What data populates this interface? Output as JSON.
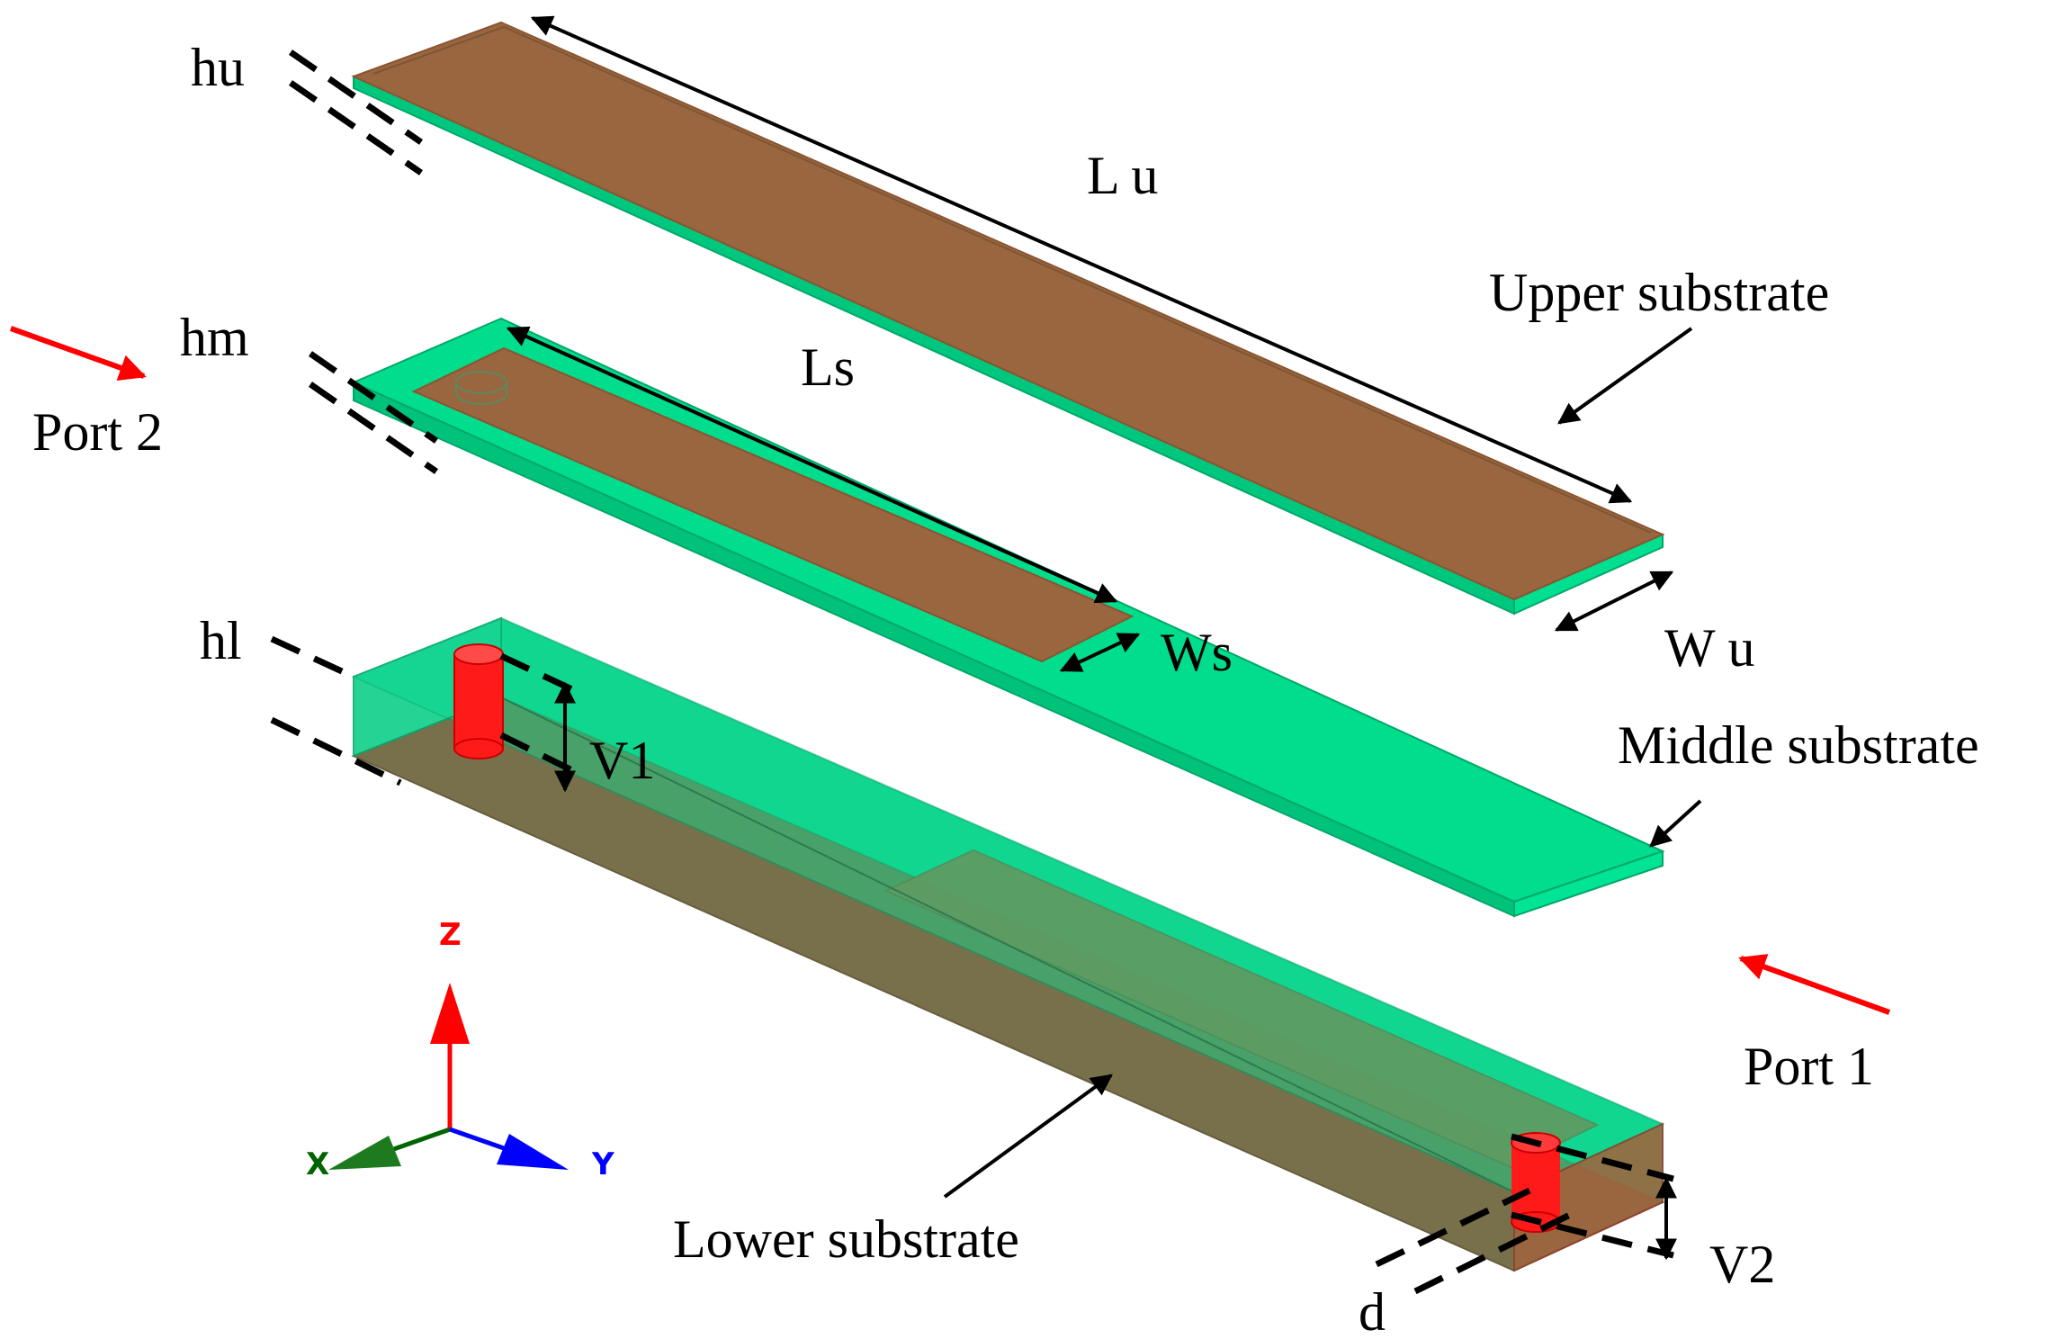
{
  "labels": {
    "hu": "hu",
    "lu": "L u",
    "upper_substrate": "Upper substrate",
    "hm": "hm",
    "ls": "Ls",
    "port2": "Port 2",
    "wu": "W u",
    "ws": "Ws",
    "hl": "hl",
    "v1": "V1",
    "middle_substrate": "Middle substrate",
    "port1": "Port 1",
    "lower_substrate": "Lower substrate",
    "v2": "V2",
    "d": "d"
  },
  "axes": {
    "z": "Z",
    "x": "X",
    "y": "Y"
  },
  "colors": {
    "substrate_green": "#00D98A",
    "substrate_green_dark": "#00B372",
    "copper": "#996640",
    "copper_lower": "#A0553A",
    "via_red": "#FF1A1A",
    "port_arrow": "#FF0000",
    "axis_z": "#FF0000",
    "axis_x": "#006400",
    "axis_y": "#0000FF"
  }
}
